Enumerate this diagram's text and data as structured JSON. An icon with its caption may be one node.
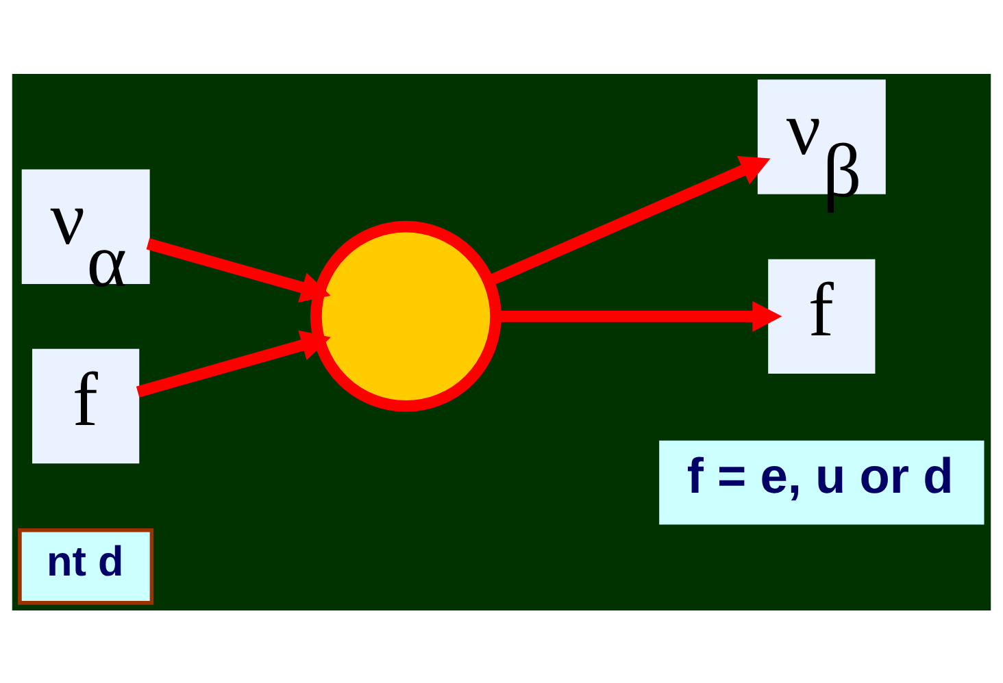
{
  "diagram": {
    "nodes": [
      {
        "text": [
          "nt d"
        ]
      },
      {
        "text": [
          "ν$_{α}$"
        ]
      },
      {
        "text": [
          "f"
        ]
      },
      {
        "text": [],
        "shape": "circle"
      },
      {
        "text": [
          "ν$_{β}$"
        ]
      },
      {
        "text": [
          "f"
        ]
      }
    ],
    "edges": [
      {
        "from": 1,
        "to": 3,
        "arrow": "to"
      },
      {
        "from": 2,
        "to": 3,
        "arrow": "to"
      },
      {
        "from": 3,
        "to": 4,
        "arrow": "to"
      },
      {
        "from": 3,
        "to": 5,
        "arrow": "to"
      }
    ],
    "labels": [
      "f = e, u or d"
    ]
  }
}
